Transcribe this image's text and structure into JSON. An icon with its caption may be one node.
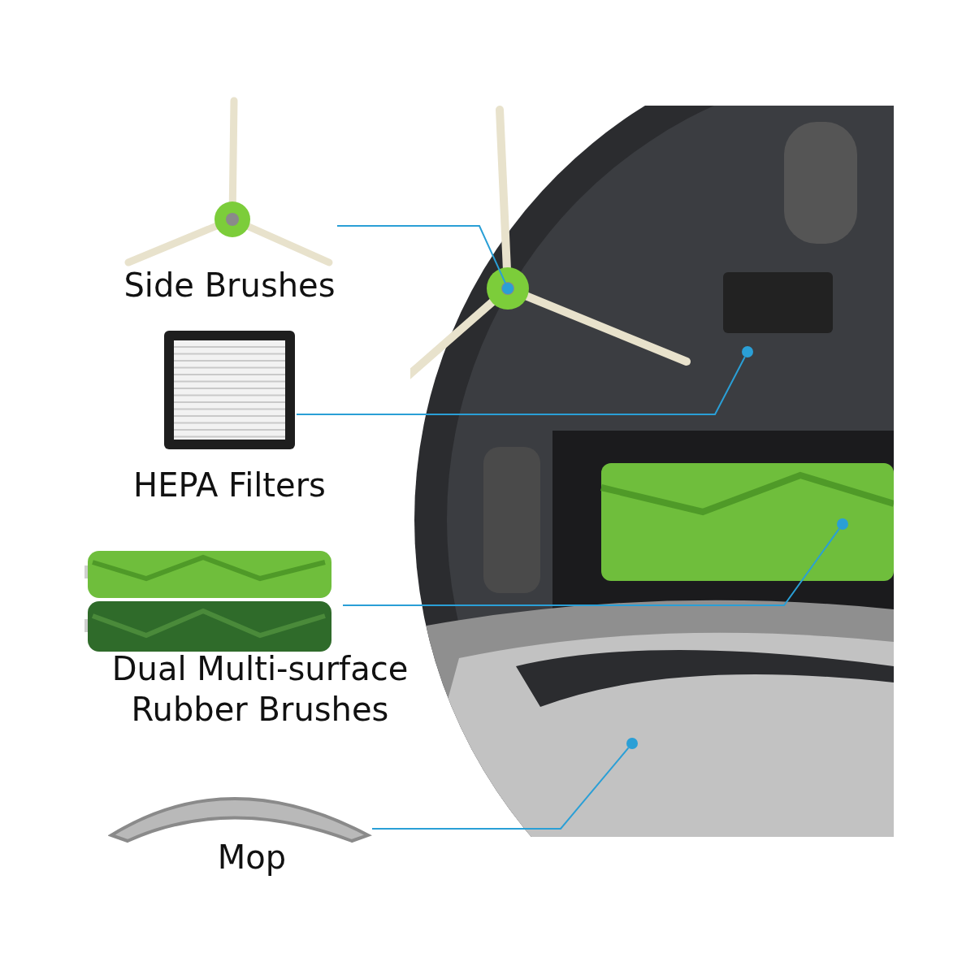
{
  "diagram": {
    "nodes": [
      {
        "text": [],
        "shape": "picture",
        "beside": [
          "Side Brushes"
        ]
      },
      {
        "text": [],
        "shape": "picture",
        "beside": [
          "HEPA Filters"
        ]
      },
      {
        "text": [],
        "shape": "picture",
        "beside": [
          "Dual Multi-surface Rubber Brushes"
        ]
      },
      {
        "text": [],
        "shape": "picture",
        "beside": [
          "Mop"
        ]
      },
      {
        "text": [],
        "shape": "picture"
      },
      {
        "text": [],
        "shape": "circle",
        "in": 4
      },
      {
        "text": [],
        "shape": "circle",
        "in": 4
      },
      {
        "text": [],
        "shape": "circle",
        "in": 4
      },
      {
        "text": [],
        "shape": "circle",
        "in": 4
      }
    ],
    "edges": [
      {
        "from": 0,
        "to": 5,
        "arrow": "none"
      },
      {
        "from": 1,
        "to": 6,
        "arrow": "none"
      },
      {
        "from": 2,
        "to": 7,
        "arrow": "none"
      },
      {
        "from": 3,
        "to": 8,
        "arrow": "none"
      }
    ]
  }
}
